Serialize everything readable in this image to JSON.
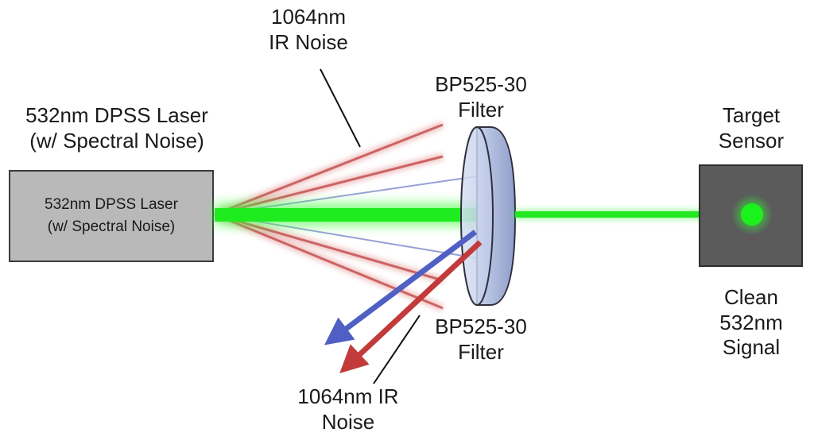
{
  "laser": {
    "heading_line1": "532nm DPSS Laser",
    "heading_line2": "(w/ Spectral Noise)",
    "box_line1": "532nm DPSS Laser",
    "box_line2": "(w/ Spectral Noise)",
    "box_color": "#b9b9b9"
  },
  "ir_noise_top": {
    "line1": "1064nm",
    "line2": "IR Noise"
  },
  "ir_noise_bottom": {
    "line1": "1064nm IR",
    "line2": "Noise"
  },
  "filter_top": {
    "line1": "BP525-30",
    "line2": "Filter"
  },
  "filter_bottom": {
    "line1": "BP525-30",
    "line2": "Filter"
  },
  "sensor": {
    "title_line1": "Target",
    "title_line2": "Sensor",
    "caption_line1": "Clean",
    "caption_line2": "532nm",
    "caption_line3": "Signal",
    "box_color": "#5b5b5b"
  },
  "colors": {
    "green_beam": "#22ee22",
    "red_noise": "#cc4444",
    "blue_noise": "#5566cc",
    "filter": "#a9b6d8"
  }
}
